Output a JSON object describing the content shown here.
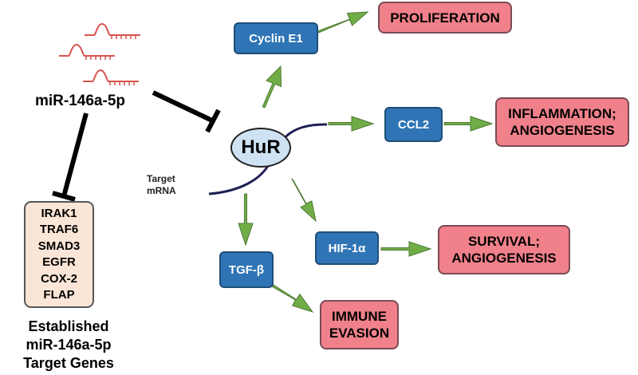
{
  "mirna": {
    "name": "miR-146a-5p"
  },
  "hub": {
    "name": "HuR"
  },
  "target_mrna_label": [
    "Target",
    "mRNA"
  ],
  "established_targets": {
    "genes": [
      "IRAK1",
      "TRAF6",
      "SMAD3",
      "EGFR",
      "COX-2",
      "FLAP"
    ],
    "caption": [
      "Established",
      "miR-146a-5p",
      "Target Genes"
    ]
  },
  "mediators": {
    "cyclin": "Cyclin E1",
    "ccl2": "CCL2",
    "hif": "HIF-1α",
    "tgf": "TGF-β"
  },
  "outcomes": {
    "proliferation": [
      "PROLIFERATION"
    ],
    "inflammation": [
      "INFLAMMATION;",
      "ANGIOGENESIS"
    ],
    "survival": [
      "SURVIVAL;",
      "ANGIOGENESIS"
    ],
    "immune": [
      "IMMUNE",
      "EVASION"
    ]
  },
  "colors": {
    "mediator_fill": "#2f75b5",
    "outcome_fill": "#f0818a",
    "arrow_green": "#70ad47",
    "gene_box_fill": "#fbe5d6",
    "hub_fill": "#cfe2f3",
    "mrna_strand": "#d9534f",
    "inhibit_line": "#000000"
  }
}
